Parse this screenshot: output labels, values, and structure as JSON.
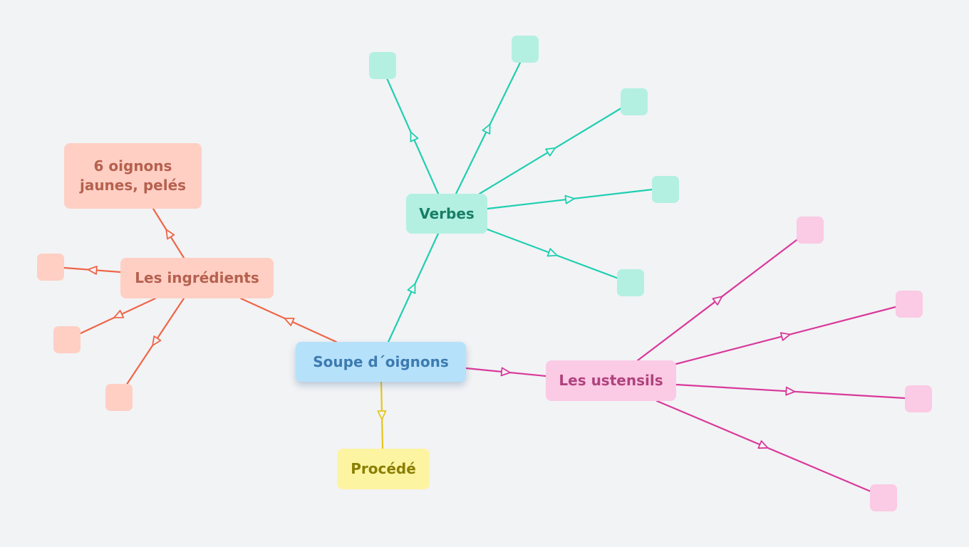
{
  "colors": {
    "background": "#f2f3f5",
    "root_fill": "#b6e1fb",
    "root_text": "#3c7bb0",
    "verbes_fill": "#b3f0e2",
    "verbes_text": "#187e66",
    "verbes_line": "#1fcfb0",
    "ingredients_fill": "#ffcfc4",
    "ingredients_text": "#b5614e",
    "ingredients_line": "#ef6547",
    "ustensils_fill": "#fbcae4",
    "ustensils_text": "#b0427e",
    "ustensils_line": "#d9399a",
    "procede_fill": "#fdf4a2",
    "procede_text": "#8a7e05",
    "procede_line": "#e6c619"
  },
  "mindmap": {
    "root": {
      "label": "Soupe d´oignons"
    },
    "branches": {
      "verbes": {
        "label": "Verbes"
      },
      "ingredients": {
        "label": "Les ingrédients",
        "child_text": "6 oignons\njaunes, pelés"
      },
      "ustensils": {
        "label": "Les ustensils"
      },
      "procede": {
        "label": "Procédé"
      }
    }
  }
}
